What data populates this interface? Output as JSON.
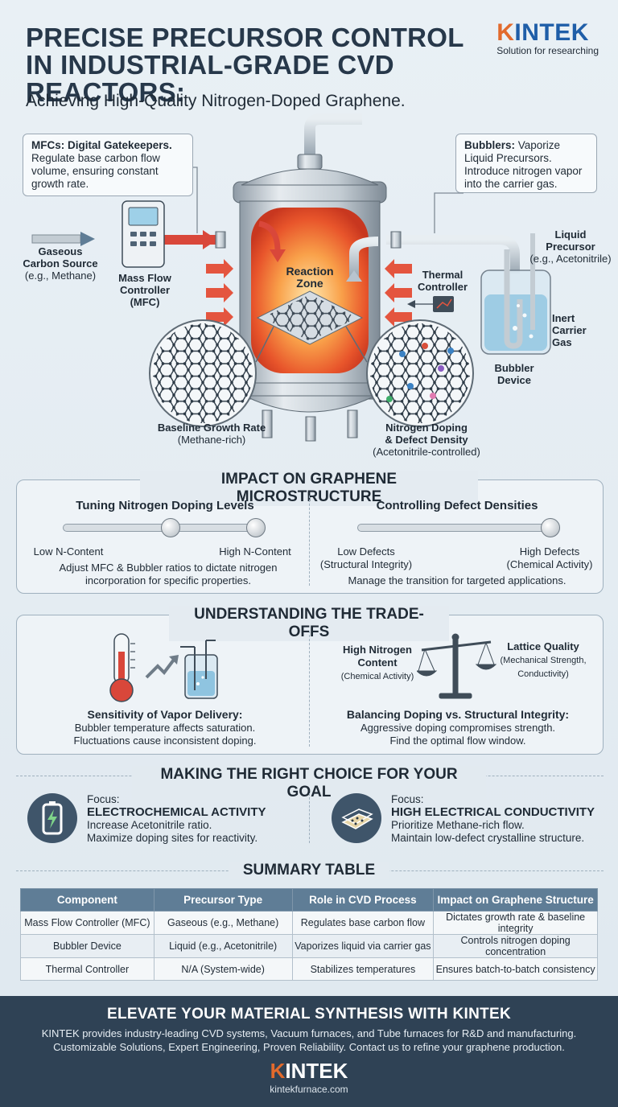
{
  "header": {
    "title_line1": "PRECISE PRECURSOR CONTROL",
    "title_line2": "IN INDUSTRIAL-GRADE CVD REACTORS:",
    "subtitle": "Achieving High-Quality Nitrogen-Doped Graphene.",
    "logo_k": "K",
    "logo_rest": "INTEK",
    "logo_tagline": "Solution for researching"
  },
  "diagram": {
    "mfc_callout_title": "MFCs: Digital Gatekeepers.",
    "mfc_callout_text": "Regulate base carbon flow volume, ensuring constant growth rate.",
    "bubbler_callout_title": "Bubblers:",
    "bubbler_callout_text": "Vaporize Liquid Precursors. Introduce nitrogen vapor into the carrier gas.",
    "gas_source_line1": "Gaseous",
    "gas_source_line2": "Carbon Source",
    "gas_source_line3": "(e.g., Methane)",
    "mfc_line1": "Mass Flow",
    "mfc_line2": "Controller",
    "mfc_line3": "(MFC)",
    "reaction_line1": "Reaction",
    "reaction_line2": "Zone",
    "thermal_line1": "Thermal",
    "thermal_line2": "Controller",
    "liquid_line1": "Liquid",
    "liquid_line2": "Precursor",
    "liquid_line3": "(e.g., Acetonitrile)",
    "inert_line1": "Inert",
    "inert_line2": "Carrier",
    "inert_line3": "Gas",
    "bubbler_line1": "Bubbler",
    "bubbler_line2": "Device",
    "baseline_line1": "Baseline Growth Rate",
    "baseline_line2": "(Methane-rich)",
    "doping_line1": "Nitrogen Doping",
    "doping_line2": "& Defect Density",
    "doping_line3": "(Acetonitrile-controlled)",
    "colors": {
      "flow_red": "#d9473a",
      "pipe": "#b8c4cf",
      "reactor_core": "#ef7a2f"
    }
  },
  "impact": {
    "title": "IMPACT ON GRAPHENE MICROSTRUCTURE",
    "left_heading": "Tuning Nitrogen Doping Levels",
    "left_low": "Low N-Content",
    "left_high": "High N-Content",
    "left_text": "Adjust MFC & Bubbler ratios to dictate nitrogen incorporation for specific properties.",
    "right_heading": "Controlling Defect Densities",
    "right_low_line1": "Low Defects",
    "right_low_line2": "(Structural Integrity)",
    "right_high_line1": "High Defects",
    "right_high_line2": "(Chemical Activity)",
    "right_text": "Manage the transition for targeted applications."
  },
  "tradeoffs": {
    "title": "UNDERSTANDING THE TRADE-OFFS",
    "left_heading": "Sensitivity of Vapor Delivery:",
    "left_line1": "Bubbler temperature affects saturation.",
    "left_line2": "Fluctuations cause inconsistent doping.",
    "high_n_line1": "High Nitrogen",
    "high_n_line2": "Content",
    "high_n_line3": "(Chemical Activity)",
    "lattice_line1": "Lattice Quality",
    "lattice_line2": "(Mechanical Strength,",
    "lattice_line3": "Conductivity)",
    "right_heading": "Balancing Doping vs. Structural Integrity:",
    "right_line1": "Aggressive doping compromises strength.",
    "right_line2": "Find the optimal flow window."
  },
  "choice": {
    "title": "MAKING THE RIGHT CHOICE FOR YOUR GOAL",
    "left_focus": "Focus:",
    "left_goal": "ELECTROCHEMICAL ACTIVITY",
    "left_line1": "Increase Acetonitrile ratio.",
    "left_line2": "Maximize doping sites for reactivity.",
    "right_focus": "Focus:",
    "right_goal": "HIGH ELECTRICAL CONDUCTIVITY",
    "right_line1": "Prioritize Methane-rich flow.",
    "right_line2": "Maintain low-defect crystalline structure.",
    "left_icon": "battery-icon",
    "right_icon": "graphene-layer-icon"
  },
  "summary": {
    "title": "SUMMARY TABLE",
    "headers": [
      "Component",
      "Precursor Type",
      "Role in CVD Process",
      "Impact on Graphene Structure"
    ],
    "rows": [
      [
        "Mass Flow Controller (MFC)",
        "Gaseous (e.g., Methane)",
        "Regulates base carbon flow",
        "Dictates growth rate & baseline integrity"
      ],
      [
        "Bubbler Device",
        "Liquid (e.g., Acetonitrile)",
        "Vaporizes liquid via carrier gas",
        "Controls nitrogen doping concentration"
      ],
      [
        "Thermal Controller",
        "N/A (System-wide)",
        "Stabilizes temperatures",
        "Ensures batch-to-batch consistency"
      ]
    ]
  },
  "footer": {
    "title": "ELEVATE YOUR MATERIAL SYNTHESIS WITH KINTEK",
    "line1": "KINTEK provides industry-leading CVD systems, Vacuum furnaces, and Tube furnaces for R&D and manufacturing.",
    "line2": "Customizable Solutions, Expert Engineering, Proven Reliability. Contact us to refine your graphene production.",
    "logo_k": "K",
    "logo_rest": "INTEK",
    "url": "kintekfurnace.com"
  }
}
